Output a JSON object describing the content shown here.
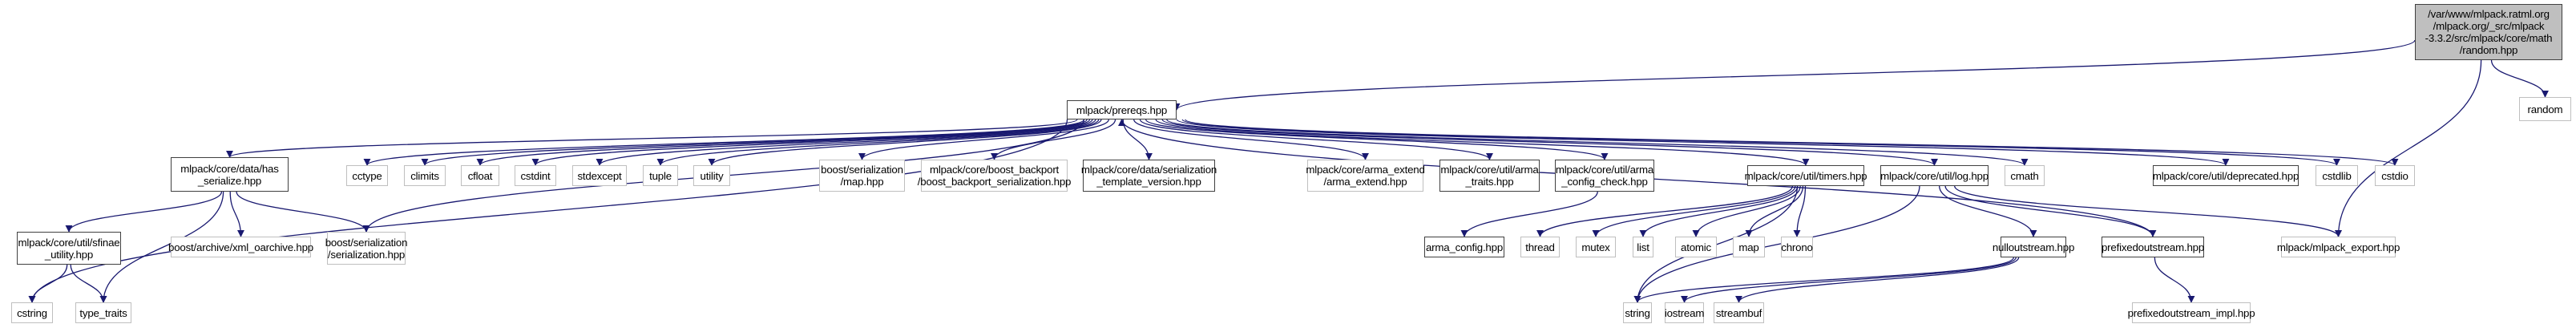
{
  "graph": {
    "type": "include-dependency-graph",
    "edge_color": "#191970",
    "root_fill": "#bfbfbf",
    "nodes": [
      {
        "id": "root",
        "label": "/var/www/mlpack.ratml.org\n/mlpack.org/_src/mlpack\n-3.3.2/src/mlpack/core/math\n/random.hpp",
        "kind": "root"
      },
      {
        "id": "random",
        "label": "random",
        "kind": "ext"
      },
      {
        "id": "prereqs",
        "label": "mlpack/prereqs.hpp",
        "kind": "doc"
      },
      {
        "id": "has_serialize",
        "label": "mlpack/core/data/has\n_serialize.hpp",
        "kind": "doc"
      },
      {
        "id": "cctype",
        "label": "cctype",
        "kind": "ext"
      },
      {
        "id": "climits",
        "label": "climits",
        "kind": "ext"
      },
      {
        "id": "cfloat",
        "label": "cfloat",
        "kind": "ext"
      },
      {
        "id": "cstdint",
        "label": "cstdint",
        "kind": "ext"
      },
      {
        "id": "stdexcept",
        "label": "stdexcept",
        "kind": "ext"
      },
      {
        "id": "tuple",
        "label": "tuple",
        "kind": "ext"
      },
      {
        "id": "utility",
        "label": "utility",
        "kind": "ext"
      },
      {
        "id": "bs_map",
        "label": "boost/serialization\n/map.hpp",
        "kind": "ext"
      },
      {
        "id": "backport",
        "label": "mlpack/core/boost_backport\n/boost_backport_serialization.hpp",
        "kind": "ext"
      },
      {
        "id": "ser_tmpl",
        "label": "mlpack/core/data/serialization\n_template_version.hpp",
        "kind": "doc"
      },
      {
        "id": "arma_extend",
        "label": "mlpack/core/arma_extend\n/arma_extend.hpp",
        "kind": "ext"
      },
      {
        "id": "arma_traits",
        "label": "mlpack/core/util/arma\n_traits.hpp",
        "kind": "doc"
      },
      {
        "id": "arma_cfg_chk",
        "label": "mlpack/core/util/arma\n_config_check.hpp",
        "kind": "doc"
      },
      {
        "id": "timers",
        "label": "mlpack/core/util/timers.hpp",
        "kind": "doc"
      },
      {
        "id": "log",
        "label": "mlpack/core/util/log.hpp",
        "kind": "doc"
      },
      {
        "id": "cmath",
        "label": "cmath",
        "kind": "ext"
      },
      {
        "id": "deprecated",
        "label": "mlpack/core/util/deprecated.hpp",
        "kind": "doc"
      },
      {
        "id": "cstdlib",
        "label": "cstdlib",
        "kind": "ext"
      },
      {
        "id": "cstdio",
        "label": "cstdio",
        "kind": "ext"
      },
      {
        "id": "sfinae",
        "label": "mlpack/core/util/sfinae\n_utility.hpp",
        "kind": "doc"
      },
      {
        "id": "xml_oarchive",
        "label": "boost/archive/xml_oarchive.hpp",
        "kind": "ext"
      },
      {
        "id": "bs_ser",
        "label": "boost/serialization\n/serialization.hpp",
        "kind": "ext"
      },
      {
        "id": "arma_config",
        "label": "arma_config.hpp",
        "kind": "doc"
      },
      {
        "id": "thread",
        "label": "thread",
        "kind": "ext"
      },
      {
        "id": "mutex",
        "label": "mutex",
        "kind": "ext"
      },
      {
        "id": "list",
        "label": "list",
        "kind": "ext"
      },
      {
        "id": "atomic",
        "label": "atomic",
        "kind": "ext"
      },
      {
        "id": "map",
        "label": "map",
        "kind": "ext"
      },
      {
        "id": "chrono",
        "label": "chrono",
        "kind": "ext"
      },
      {
        "id": "nulloutstream",
        "label": "nulloutstream.hpp",
        "kind": "doc"
      },
      {
        "id": "prefixedoutstream",
        "label": "prefixedoutstream.hpp",
        "kind": "doc"
      },
      {
        "id": "mlpack_export",
        "label": "mlpack/mlpack_export.hpp",
        "kind": "ext"
      },
      {
        "id": "cstring",
        "label": "cstring",
        "kind": "ext"
      },
      {
        "id": "type_traits",
        "label": "type_traits",
        "kind": "ext"
      },
      {
        "id": "string",
        "label": "string",
        "kind": "ext"
      },
      {
        "id": "iostream",
        "label": "iostream",
        "kind": "ext"
      },
      {
        "id": "streambuf",
        "label": "streambuf",
        "kind": "ext"
      },
      {
        "id": "prefixed_impl",
        "label": "prefixedoutstream_impl.hpp",
        "kind": "ext"
      }
    ],
    "edges": [
      [
        "root",
        "prereqs"
      ],
      [
        "root",
        "random"
      ],
      [
        "root",
        "mlpack_export"
      ],
      [
        "prereqs",
        "cstring"
      ],
      [
        "prereqs",
        "has_serialize"
      ],
      [
        "prereqs",
        "bs_ser"
      ],
      [
        "prereqs",
        "cctype"
      ],
      [
        "prereqs",
        "climits"
      ],
      [
        "prereqs",
        "cfloat"
      ],
      [
        "prereqs",
        "cstdint"
      ],
      [
        "prereqs",
        "stdexcept"
      ],
      [
        "prereqs",
        "tuple"
      ],
      [
        "prereqs",
        "utility"
      ],
      [
        "prereqs",
        "bs_map"
      ],
      [
        "prereqs",
        "backport"
      ],
      [
        "prereqs",
        "ser_tmpl"
      ],
      [
        "prereqs",
        "arma_extend"
      ],
      [
        "prereqs",
        "arma_traits"
      ],
      [
        "prereqs",
        "arma_cfg_chk"
      ],
      [
        "prereqs",
        "timers"
      ],
      [
        "prereqs",
        "log"
      ],
      [
        "prereqs",
        "cmath"
      ],
      [
        "prereqs",
        "deprecated"
      ],
      [
        "prereqs",
        "cstdlib"
      ],
      [
        "prereqs",
        "cstdio"
      ],
      [
        "has_serialize",
        "sfinae"
      ],
      [
        "has_serialize",
        "type_traits"
      ],
      [
        "has_serialize",
        "xml_oarchive"
      ],
      [
        "has_serialize",
        "bs_ser"
      ],
      [
        "sfinae",
        "cstring"
      ],
      [
        "sfinae",
        "type_traits"
      ],
      [
        "arma_cfg_chk",
        "arma_config"
      ],
      [
        "timers",
        "thread"
      ],
      [
        "timers",
        "mutex"
      ],
      [
        "timers",
        "list"
      ],
      [
        "timers",
        "atomic"
      ],
      [
        "timers",
        "map"
      ],
      [
        "timers",
        "chrono"
      ],
      [
        "timers",
        "string"
      ],
      [
        "log",
        "string"
      ],
      [
        "log",
        "nulloutstream"
      ],
      [
        "log",
        "prefixedoutstream"
      ],
      [
        "log",
        "mlpack_export"
      ],
      [
        "nulloutstream",
        "string"
      ],
      [
        "nulloutstream",
        "iostream"
      ],
      [
        "nulloutstream",
        "streambuf"
      ],
      [
        "prefixedoutstream",
        "prefixed_impl"
      ],
      [
        "prefixedoutstream",
        "prereqs"
      ]
    ]
  }
}
